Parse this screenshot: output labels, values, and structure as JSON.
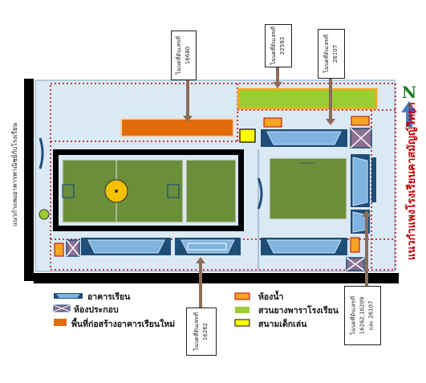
{
  "map": {
    "north_symbol": "N",
    "road_left_label": "แนวกำแพงอาคารพาณิชย์กับโรงเรียน",
    "school_boundary_label": "แนวกำแพงโรงเรียนคาสมัญญ์วิทยา",
    "deed_labels": [
      {
        "line1": "โฉนดที่ดินเลขที่",
        "line2": "16680"
      },
      {
        "line1": "โฉนดที่ดินเลขที่",
        "line2": "22593"
      },
      {
        "line1": "โฉนดที่ดินเลขที่",
        "line2": "26107"
      },
      {
        "line1": "โฉนดที่ดินเลขที่",
        "line2": "16262"
      },
      {
        "line1": "โฉนดที่ดินเลขที่",
        "line2": "16262,16209",
        "line3": "และ 26107"
      }
    ]
  },
  "legend": {
    "classroom": "อาคารเรียน",
    "restroom_building": "ห้องประกอบ",
    "new_building_area": "พื้นที่ก่อสร้างอาคารเรียนใหม่",
    "toilet": "ห้องน้ำ",
    "rubber_garden": "สวนยางพาราโรงเรียน",
    "playground": "สนามเด็กเล่น"
  },
  "colors": {
    "building_dark": "#1f4e79",
    "building_light": "#7fb3e0",
    "new_area": "#e36c0a",
    "toilet": "#f5a623",
    "garden": "#9acd32",
    "playground": "#ffff00",
    "field": "#6b8e3a",
    "boundary_red": "#c00000",
    "site_bg": "#dbe9f4",
    "wall": "#000000"
  }
}
